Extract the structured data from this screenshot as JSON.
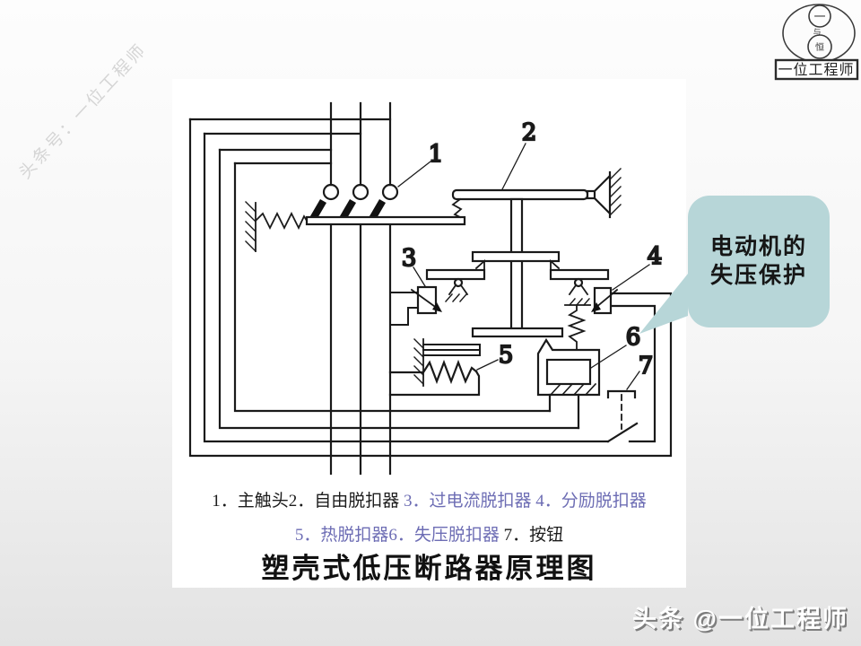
{
  "watermark": {
    "text": "头条号：一位工程师"
  },
  "logo": {
    "top_char": "一",
    "mid_char": "与",
    "bottom_char": "恒",
    "box_label": "一位工程师"
  },
  "callout": {
    "line1": "电动机的",
    "line2": "失压保护",
    "bg_color": "#b7d6d8"
  },
  "diagram": {
    "labels": [
      "1",
      "2",
      "3",
      "4",
      "5",
      "6",
      "7"
    ],
    "line_color": "#1a1a1a"
  },
  "caption": {
    "line1_black": "1．主触头2．自由脱扣器 ",
    "line1_blue": "3．过电流脱扣器 4．分励脱扣器",
    "line2_blue": "5．热脱扣器6．失压脱扣器 ",
    "line2_black": "7．按钮",
    "blue_color": "#6d6db4"
  },
  "title": {
    "text": "塑壳式低压断路器原理图"
  },
  "footer": {
    "text": "头条 @一位工程师"
  }
}
